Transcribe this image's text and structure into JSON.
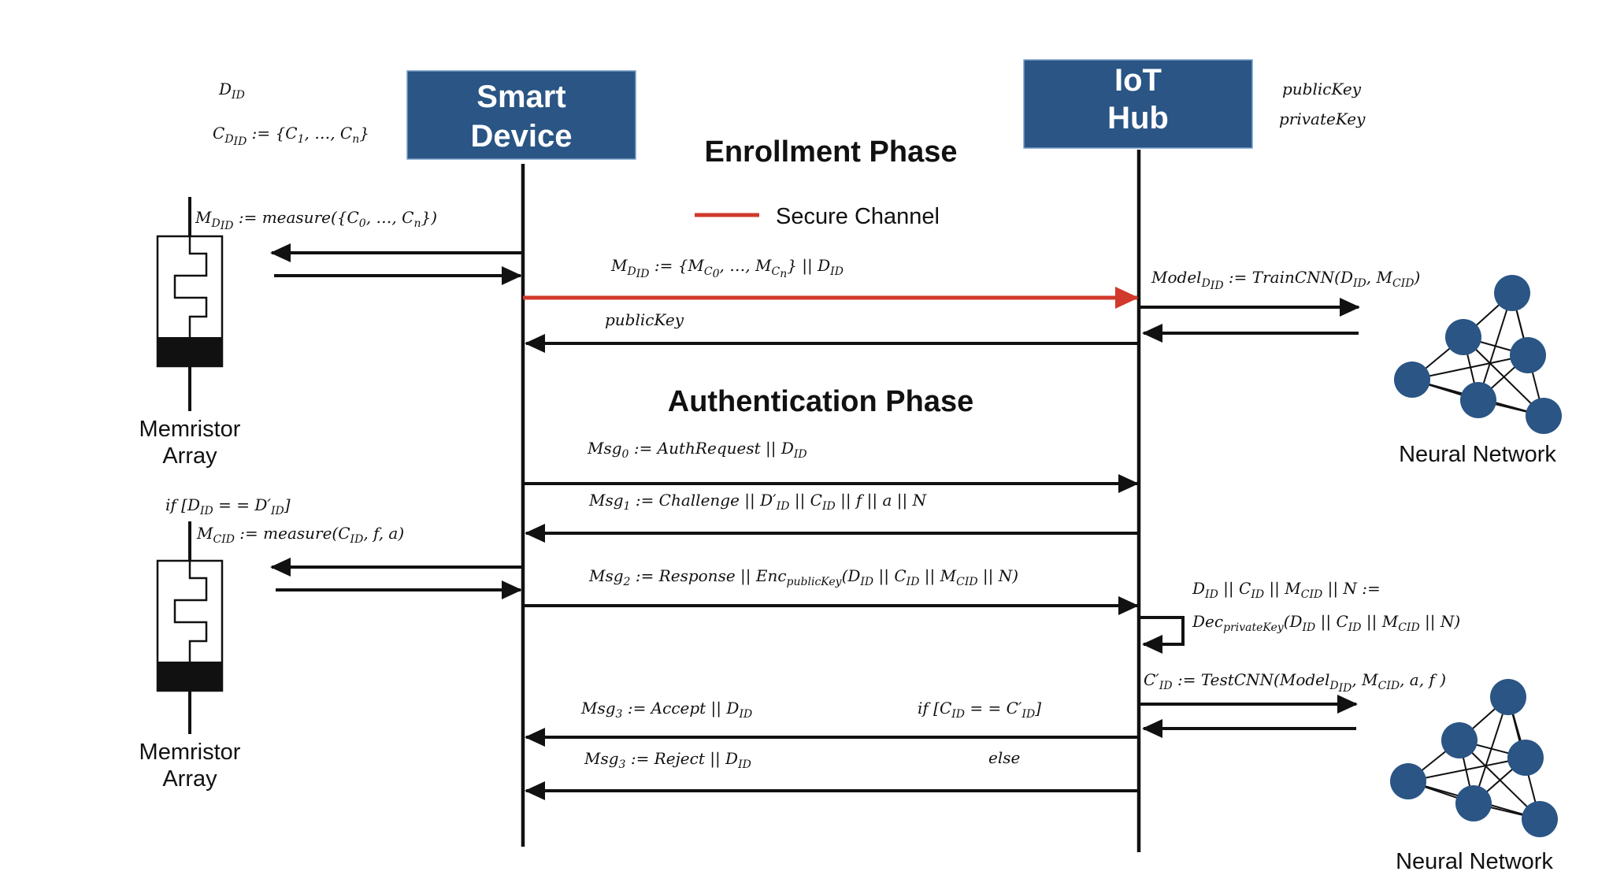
{
  "participants": {
    "smart_device": "Smart Device",
    "smart_device_line1": "Smart",
    "smart_device_line2": "Device",
    "iot_hub_line1": "IoT",
    "iot_hub_line2": "Hub"
  },
  "phases": {
    "enrollment": "Enrollment Phase",
    "authentication": "Authentication Phase"
  },
  "legend": {
    "secure_channel": "Secure Channel",
    "color": "#d0392b"
  },
  "labels": {
    "memristor_line1": "Memristor",
    "memristor_line2": "Array",
    "neural_network": "Neural Network"
  },
  "colors": {
    "header_fill": "#2a5585",
    "node_fill": "#2a5585",
    "arrow": "#111111",
    "secure_arrow": "#d0392b"
  },
  "math": {
    "did": "D",
    "did_sub": "ID",
    "cdid_def": "C",
    "cdid_rest": " := {C",
    "public_key": "publicKey",
    "private_key": "privateKey",
    "enroll_measure": "M",
    "enroll_msg": "M",
    "train_cnn": "Model",
    "auth_if": "if [D",
    "auth_measure": "M",
    "msg0": "Msg",
    "msg1": "Msg",
    "msg2": "Msg",
    "decrypt_line1": "D",
    "decrypt_line2": "Dec",
    "test_cnn": "C",
    "accept": "Msg",
    "reject": "Msg",
    "if_cid": "if [C",
    "else": "else"
  }
}
